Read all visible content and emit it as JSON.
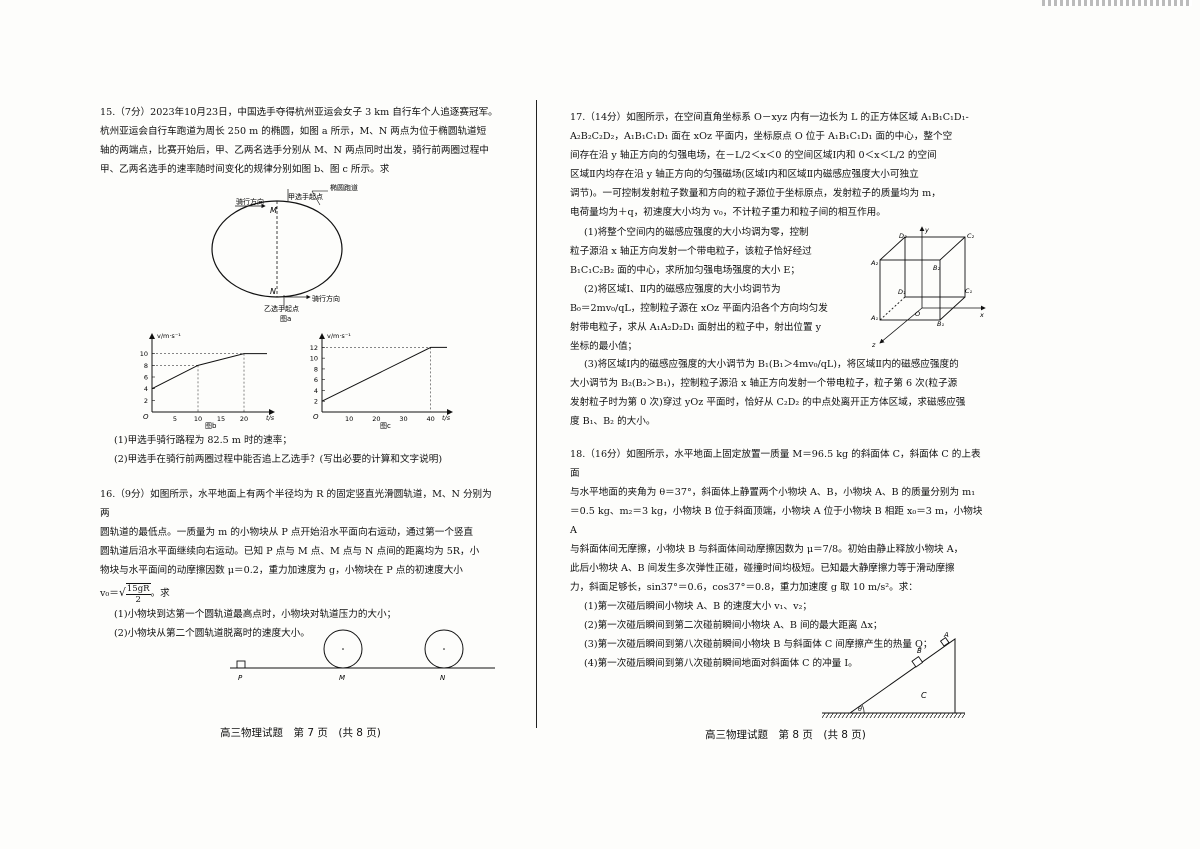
{
  "left": {
    "q15": {
      "lines": [
        "15.（7分）2023年10月23日，中国选手夺得杭州亚运会女子 3 km 自行车个人追逐赛冠军。",
        "杭州亚运会自行车跑道为周长 250 m 的椭圆，如图 a 所示，M、N 两点为位于椭圆轨道短",
        "轴的两端点，比赛开始后，甲、乙两名选手分别从 M、N 两点同时出发，骑行前两圈过程中",
        "甲、乙两名选手的速率随时间变化的规律分别如图 b、图 c 所示。求"
      ],
      "sub1": "(1)甲选手骑行路程为 82.5 m 时的速率；",
      "sub2": "(2)甲选手在骑行前两圈过程中能否追上乙选手？(写出必要的计算和文字说明)"
    },
    "fig_a": {
      "label_jia_start": "甲选手起点",
      "label_track": "椭圆跑道",
      "label_dir_top": "骑行方向",
      "label_M": "M",
      "label_N": "N",
      "label_dir_bottom": "骑行方向",
      "label_yi_start": "乙选手起点",
      "caption": "图a"
    },
    "fig_b": {
      "ylabel": "v/m·s⁻¹",
      "xlabel": "t/s",
      "origin": "O",
      "yticks": [
        "2",
        "4",
        "6",
        "8",
        "10"
      ],
      "xticks": [
        "5",
        "10",
        "15",
        "20"
      ],
      "caption": "图b"
    },
    "fig_c": {
      "ylabel": "v/m·s⁻¹",
      "xlabel": "t/s",
      "origin": "O",
      "yticks": [
        "2",
        "4",
        "6",
        "8",
        "10",
        "12"
      ],
      "xticks": [
        "10",
        "20",
        "30",
        "40"
      ],
      "caption": "图c"
    },
    "q16": {
      "lines": [
        "16.（9分）如图所示，水平地面上有两个半径均为 R 的固定竖直光滑圆轨道，M、N 分别为两",
        "圆轨道的最低点。一质量为 m 的小物块从 P 点开始沿水平面向右运动，通过第一个竖直",
        "圆轨道后沿水平面继续向右运动。已知 P 点与 M 点、M 点与 N 点间的距离均为 5R，小",
        "物块与水平面间的动摩擦因数 μ＝0.2，重力加速度为 g，小物块在 P 点的初速度大小"
      ],
      "v0_prefix": "v₀＝",
      "v0_root": "15gR",
      "v0_den": "2",
      "v0_suffix": "。求",
      "sub1": "(1)小物块到达第一个圆轨道最高点时，小物块对轨道压力的大小；",
      "sub2": "(2)小物块从第二个圆轨道脱离时的速度大小。"
    },
    "fig16": {
      "P": "P",
      "M": "M",
      "N": "N"
    },
    "footer": "高三物理试题　第 7 页　(共 8 页)"
  },
  "right": {
    "q17": {
      "lines": [
        "17.（14分）如图所示，在空间直角坐标系 O－xyz 内有一边长为 L 的正方体区域 A₁B₁C₁D₁-",
        "A₂B₂C₂D₂，A₁B₁C₁D₁ 面在 xOz 平面内，坐标原点 O 位于 A₁B₁C₁D₁ 面的中心，整个空",
        "间存在沿 y 轴正方向的匀强电场，在－L/2＜x＜0 的空间区域Ⅰ内和 0＜x＜L/2 的空间",
        "区域Ⅱ内均存在沿 y 轴正方向的匀强磁场(区域Ⅰ内和区域Ⅱ内磁感应强度大小可独立",
        "调节)。一可控制发射粒子数量和方向的粒子源位于坐标原点，发射粒子的质量均为 m，",
        "电荷量均为＋q，初速度大小均为 v₀，不计粒子重力和粒子间的相互作用。"
      ],
      "sub1": [
        "(1)将整个空间内的磁感应强度的大小均调为零，控制",
        "粒子源沿 x 轴正方向发射一个带电粒子，该粒子恰好经过",
        "B₁C₁C₂B₂ 面的中心，求所加匀强电场强度的大小 E；"
      ],
      "sub2": [
        "(2)将区域Ⅰ、Ⅱ内的磁感应强度的大小均调节为",
        "B₀＝2mv₀/qL，控制粒子源在 xOz 平面内沿各个方向均匀发",
        "射带电粒子，求从 A₁A₂D₂D₁ 面射出的粒子中，射出位置 y",
        "坐标的最小值；"
      ],
      "sub3": [
        "(3)将区域Ⅰ内的磁感应强度的大小调节为 B₁(B₁＞4mv₀/qL)，将区域Ⅱ内的磁感应强度的",
        "大小调节为 B₂(B₂＞B₁)，控制粒子源沿 x 轴正方向发射一个带电粒子，粒子第 6 次(粒子源",
        "发射粒子时为第 0 次)穿过 yOz 平面时，恰好从 C₂D₂ 的中点处离开正方体区域，求磁感应强",
        "度 B₁、B₂ 的大小。"
      ]
    },
    "fig17": {
      "A1": "A₁",
      "B1": "B₁",
      "C1": "C₁",
      "D1": "D₁",
      "A2": "A₂",
      "B2": "B₂",
      "C2": "C₂",
      "D2": "D₂",
      "O": "O",
      "x": "x",
      "y": "y",
      "z": "z"
    },
    "q18": {
      "lines": [
        "18.（16分）如图所示，水平地面上固定放置一质量 M＝96.5 kg 的斜面体 C，斜面体 C 的上表面",
        "与水平地面的夹角为 θ＝37°，斜面体上静置两个小物块 A、B，小物块 A、B 的质量分别为 m₁",
        "＝0.5 kg、m₂＝3 kg，小物块 B 位于斜面顶端，小物块 A 位于小物块 B 相距 x₀＝3 m，小物块 A",
        "与斜面体间无摩擦，小物块 B 与斜面体间动摩擦因数为 μ＝7/8。初始由静止释放小物块 A，",
        "此后小物块 A、B 间发生多次弹性正碰，碰撞时间均极短。已知最大静摩擦力等于滑动摩擦",
        "力，斜面足够长，sin37°＝0.6，cos37°＝0.8，重力加速度 g 取 10 m/s²。求："
      ],
      "subs": [
        "(1)第一次碰后瞬间小物块 A、B 的速度大小 v₁、v₂；",
        "(2)第一次碰后瞬间到第二次碰前瞬间小物块 A、B 间的最大距离 Δx；",
        "(3)第一次碰后瞬间到第八次碰前瞬间小物块 B 与斜面体 C 间摩擦产生的热量 Q；",
        "(4)第一次碰后瞬间到第八次碰前瞬间地面对斜面体 C 的冲量 I。"
      ]
    },
    "fig18": {
      "A": "A",
      "B": "B",
      "C": "C",
      "theta": "θ"
    },
    "footer": "高三物理试题　第 8 页　(共 8 页)"
  }
}
